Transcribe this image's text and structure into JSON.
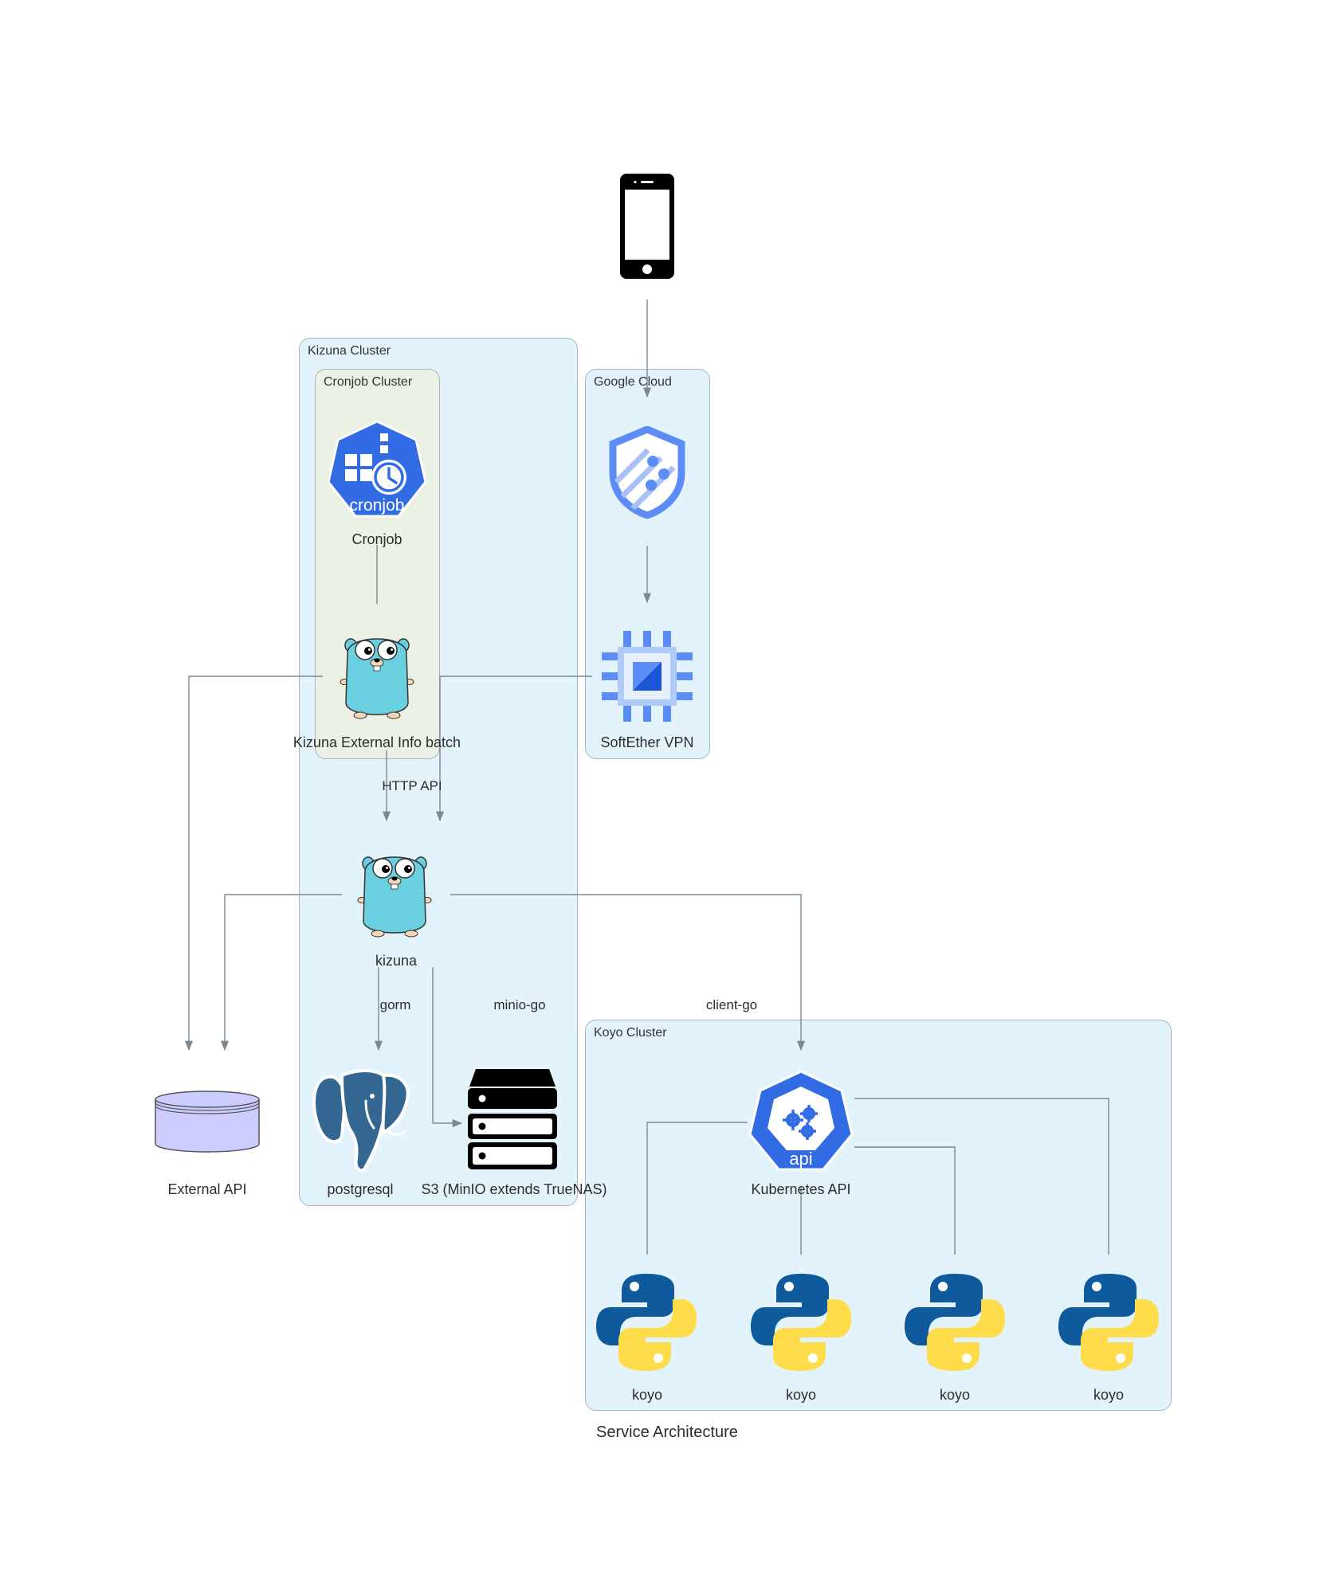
{
  "diagram": {
    "title": "Service Architecture",
    "clusters": {
      "kizuna": "Kizuna Cluster",
      "cronjob": "Cronjob Cluster",
      "google": "Google Cloud",
      "koyo": "Koyo Cluster"
    },
    "nodes": {
      "phone": "",
      "cloud_armor": "",
      "cronjob": "Cronjob",
      "batch": "Kizuna External Info batch",
      "vpn": "SoftEther VPN",
      "kizuna": "kizuna",
      "external_api": "External API",
      "postgresql": "postgresql",
      "s3": "S3 (MinIO  extends TrueNAS)",
      "k8s_api": "Kubernetes API",
      "koyo": [
        "koyo",
        "koyo",
        "koyo",
        "koyo"
      ]
    },
    "icon_text": {
      "cronjob": "cronjob",
      "k8s_api": "api"
    },
    "edges": {
      "http_api": "HTTP API",
      "gorm": "gorm",
      "minio": "minio-go",
      "client_go": "client-go"
    },
    "colors": {
      "edge": "#7b8894",
      "cluster_blue": "#e3f3fb",
      "cluster_green": "#ebf1e4",
      "k8s_blue": "#326ce5",
      "gcp_blue": "#5c8df6",
      "gopher": "#6ad0e0",
      "python_blue": "#0f5a9c",
      "python_yellow": "#ffdd4a",
      "pg_blue": "#336791",
      "db_fill": "#ccccff"
    }
  }
}
